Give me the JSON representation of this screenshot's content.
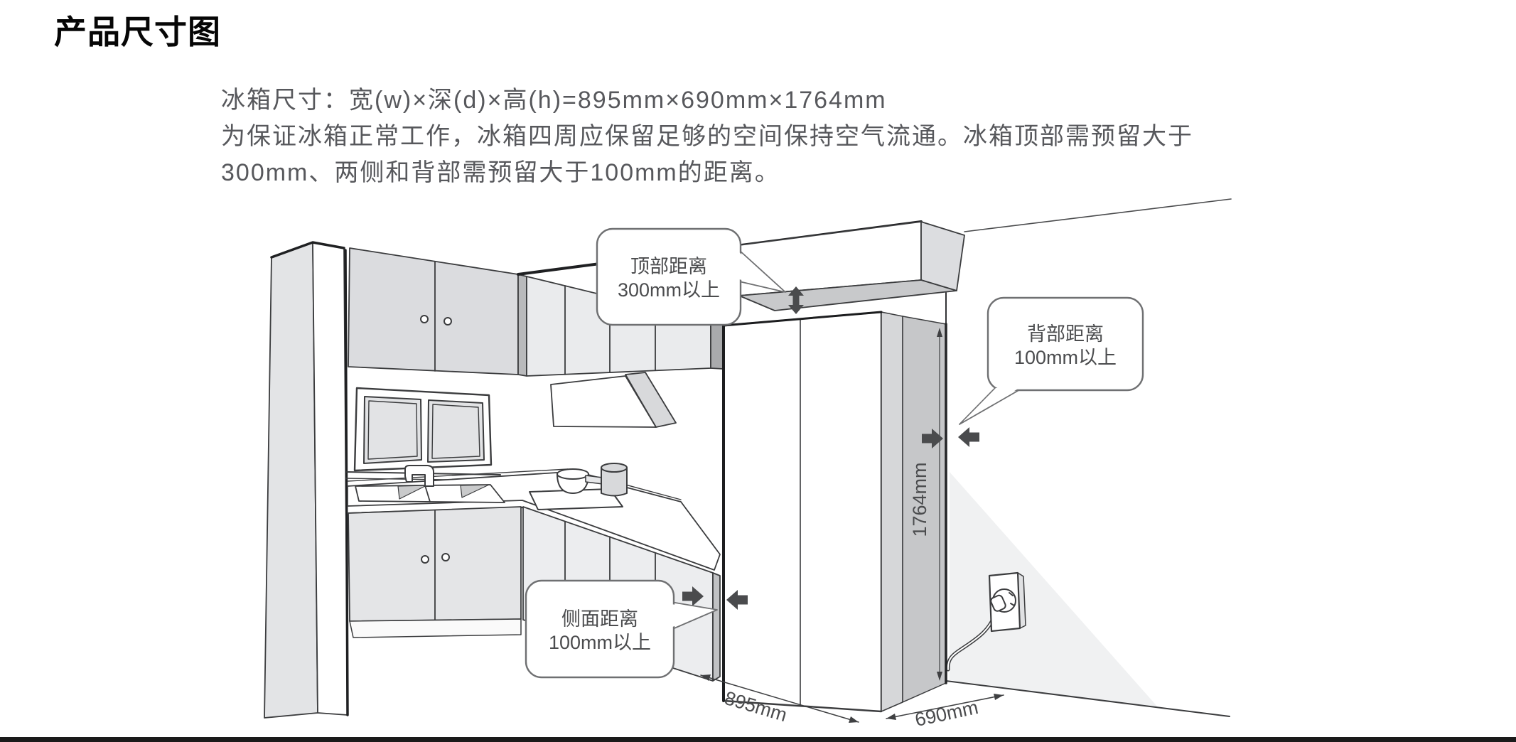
{
  "page": {
    "title": "产品尺寸图",
    "description_lines": [
      "冰箱尺寸：宽(w)×深(d)×高(h)=895mm×690mm×1764mm",
      "为保证冰箱正常工作，冰箱四周应保留足够的空间保持空气流通。冰箱顶部需预留大于",
      "300mm、两侧和背部需预留大于100mm的距离。"
    ]
  },
  "product": {
    "width": "895mm",
    "depth": "690mm",
    "height": "1764mm"
  },
  "callouts": {
    "top": {
      "line1": "顶部距离",
      "line2": "300mm以上"
    },
    "back": {
      "line1": "背部距离",
      "line2": "100mm以上"
    },
    "side": {
      "line1": "侧面距离",
      "line2": "100mm以上"
    }
  },
  "colors": {
    "text_primary": "#060606",
    "text_body": "#57585c",
    "line_art": "#3b3c3e",
    "arrow": "#4a4b4d",
    "shadow": "#f0f1f2",
    "fridge_side": "#c6c7c9"
  }
}
